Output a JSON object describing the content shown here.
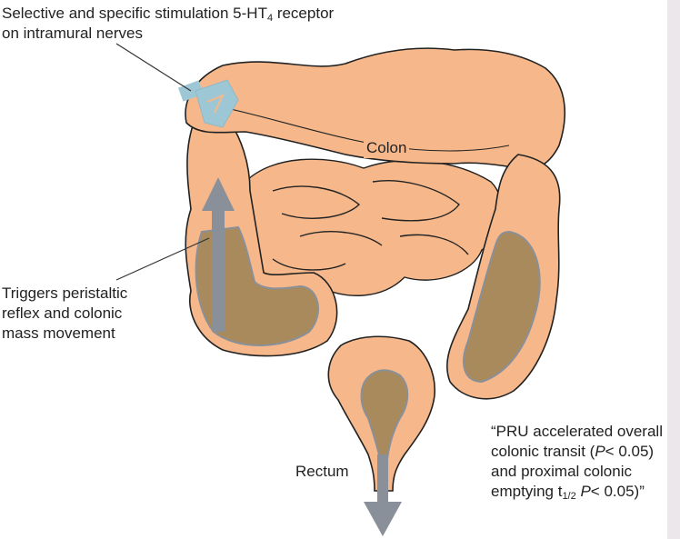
{
  "labels": {
    "stimulation": {
      "line1_a": "Selective and specific stimulation 5-HT",
      "line1_sub": "4",
      "line1_b": " receptor",
      "line2": "on intramural nerves"
    },
    "colon": "Colon",
    "peristaltic": {
      "line1": "Triggers peristaltic",
      "line2": "reflex and colonic",
      "line3": "mass movement"
    },
    "rectum": "Rectum",
    "quote": {
      "line1": "“PRU accelerated overall",
      "line2": "colonic transit (",
      "line2_p": "P",
      "line2_b": "< 0.05)",
      "line3": "and proximal colonic",
      "line4_a": "emptying t",
      "line4_sub": "1/2",
      "line4_p": " P",
      "line4_b": "< 0.05)”"
    }
  },
  "colors": {
    "colon_fill": "#f6b88a",
    "outline": "#222222",
    "contents": "#a98a5c",
    "arrow": "#8a9099",
    "receptor": "#9ec7d6"
  }
}
